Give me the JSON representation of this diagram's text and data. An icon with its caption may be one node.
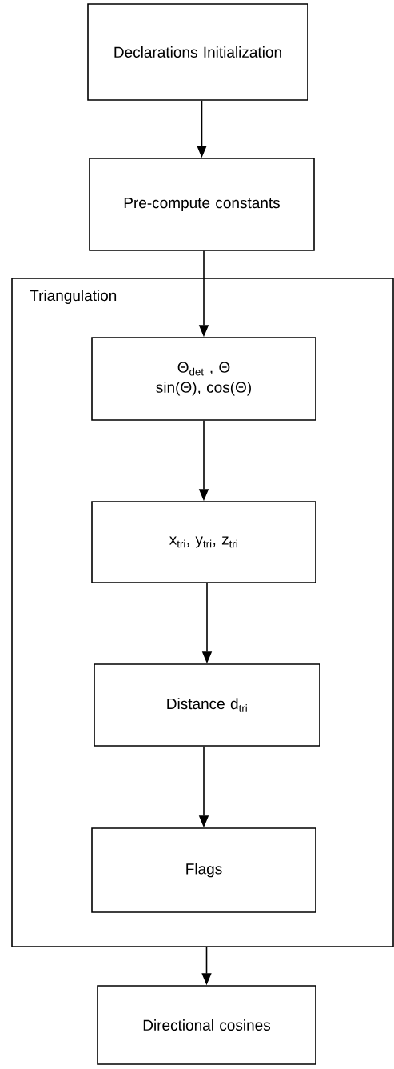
{
  "diagram": {
    "nodes": [
      {
        "text": [
          "Declarations Initialization"
        ]
      },
      {
        "text": [
          "Pre-compute constants"
        ]
      },
      {
        "text": [
          "Triangulation"
        ]
      },
      {
        "text": [
          "Θ$_{det}$ , Θ",
          "sin(Θ), cos(Θ)"
        ],
        "in": 2
      },
      {
        "text": [
          "x$_{tri}$, y$_{tri}$, z$_{tri}$"
        ],
        "in": 2
      },
      {
        "text": [
          "Distance d$_{tri}$"
        ],
        "in": 2
      },
      {
        "text": [
          "Flags"
        ],
        "in": 2
      },
      {
        "text": [
          "Directional cosines"
        ]
      }
    ],
    "edges": [
      {
        "from": 0,
        "to": 1,
        "arrow": "to"
      },
      {
        "from": 1,
        "to": 3,
        "arrow": "to"
      },
      {
        "from": 3,
        "to": 4,
        "arrow": "to"
      },
      {
        "from": 4,
        "to": 5,
        "arrow": "to"
      },
      {
        "from": 5,
        "to": 6,
        "arrow": "to"
      },
      {
        "from": 2,
        "to": 7,
        "arrow": "to"
      }
    ]
  }
}
